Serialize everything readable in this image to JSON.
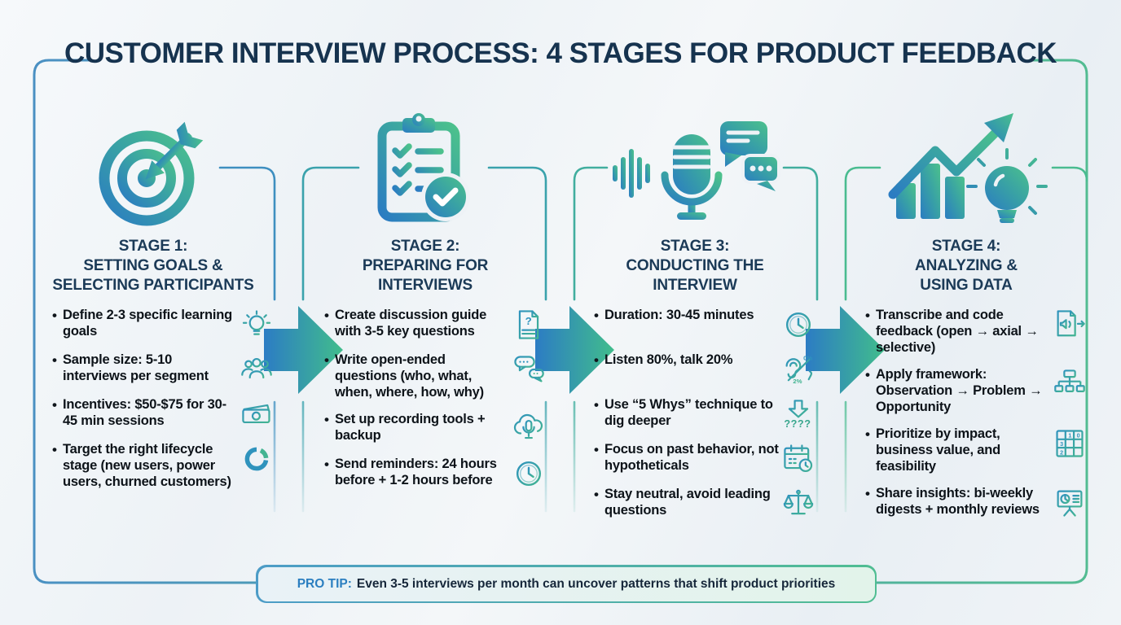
{
  "title": "CUSTOMER INTERVIEW PROCESS: 4 STAGES FOR PRODUCT FEEDBACK",
  "colors": {
    "title_navy": "#16334f",
    "frame_blue": "#4a8fc4",
    "frame_green": "#53bd90",
    "gradient_blue": "#2b7cc2",
    "gradient_teal": "#38a0a6",
    "gradient_green": "#4cc18c",
    "tip_label_blue": "#2b7fc0",
    "bullet_text": "#0d1319"
  },
  "stages": [
    {
      "icon": "target-dart",
      "title_lines": [
        "STAGE 1:",
        "SETTING GOALS &",
        "SELECTING PARTICIPANTS"
      ],
      "bullets": [
        {
          "text": "Define 2-3 specific learning goals",
          "icon": "lightbulb"
        },
        {
          "text": "Sample size: 5-10 interviews per segment",
          "icon": "user-group"
        },
        {
          "text": "Incentives: $50-$75 for 30-45 min sessions",
          "icon": "banknote"
        },
        {
          "text": "Target the right lifecycle stage (new users, power users, churned customers)",
          "icon": "donut-chart"
        }
      ]
    },
    {
      "icon": "clipboard-checklist",
      "title_lines": [
        "STAGE 2:",
        "PREPARING FOR",
        "INTERVIEWS"
      ],
      "bullets": [
        {
          "text": "Create discussion guide with 3-5 key questions",
          "icon": "question-document"
        },
        {
          "text": "Write open-ended questions (who, what, when, where, how, why)",
          "icon": "speech-bubbles"
        },
        {
          "text": "Set up recording tools + backup",
          "icon": "cloud-microphone"
        },
        {
          "text": "Send reminders: 24 hours before + 1-2 hours before",
          "icon": "clock"
        }
      ]
    },
    {
      "icon": "microphone-speech",
      "title_lines": [
        "STAGE 3:",
        "CONDUCTING THE",
        "INTERVIEW"
      ],
      "bullets": [
        {
          "text": "Duration: 30-45 minutes",
          "icon": "clock"
        },
        {
          "text": "Listen 80%, talk 20%",
          "icon": "ear-listen"
        },
        {
          "text": "Use “5 Whys” technique to dig deeper",
          "icon": "down-arrow-questions"
        },
        {
          "text": "Focus on past behavior, not hypotheticals",
          "icon": "calendar-clock"
        },
        {
          "text": "Stay neutral, avoid leading questions",
          "icon": "balance-scale"
        }
      ]
    },
    {
      "icon": "growth-chart-bulb",
      "title_lines": [
        "STAGE 4:",
        "ANALYZING &",
        "USING DATA"
      ],
      "bullets": [
        {
          "text": "Transcribe and code feedback (open → axial → selective)",
          "icon": "audio-transcript"
        },
        {
          "text": "Apply framework: Observation → Problem → Opportunity",
          "icon": "hierarchy-framework"
        },
        {
          "text": "Prioritize by impact, business value, and feasibility",
          "icon": "priority-matrix"
        },
        {
          "text": "Share insights: bi-weekly digests + monthly reviews",
          "icon": "presentation-board"
        }
      ]
    }
  ],
  "pro_tip": {
    "label": "PRO TIP:",
    "text": "Even 3-5 interviews per month can uncover patterns that shift product priorities"
  }
}
